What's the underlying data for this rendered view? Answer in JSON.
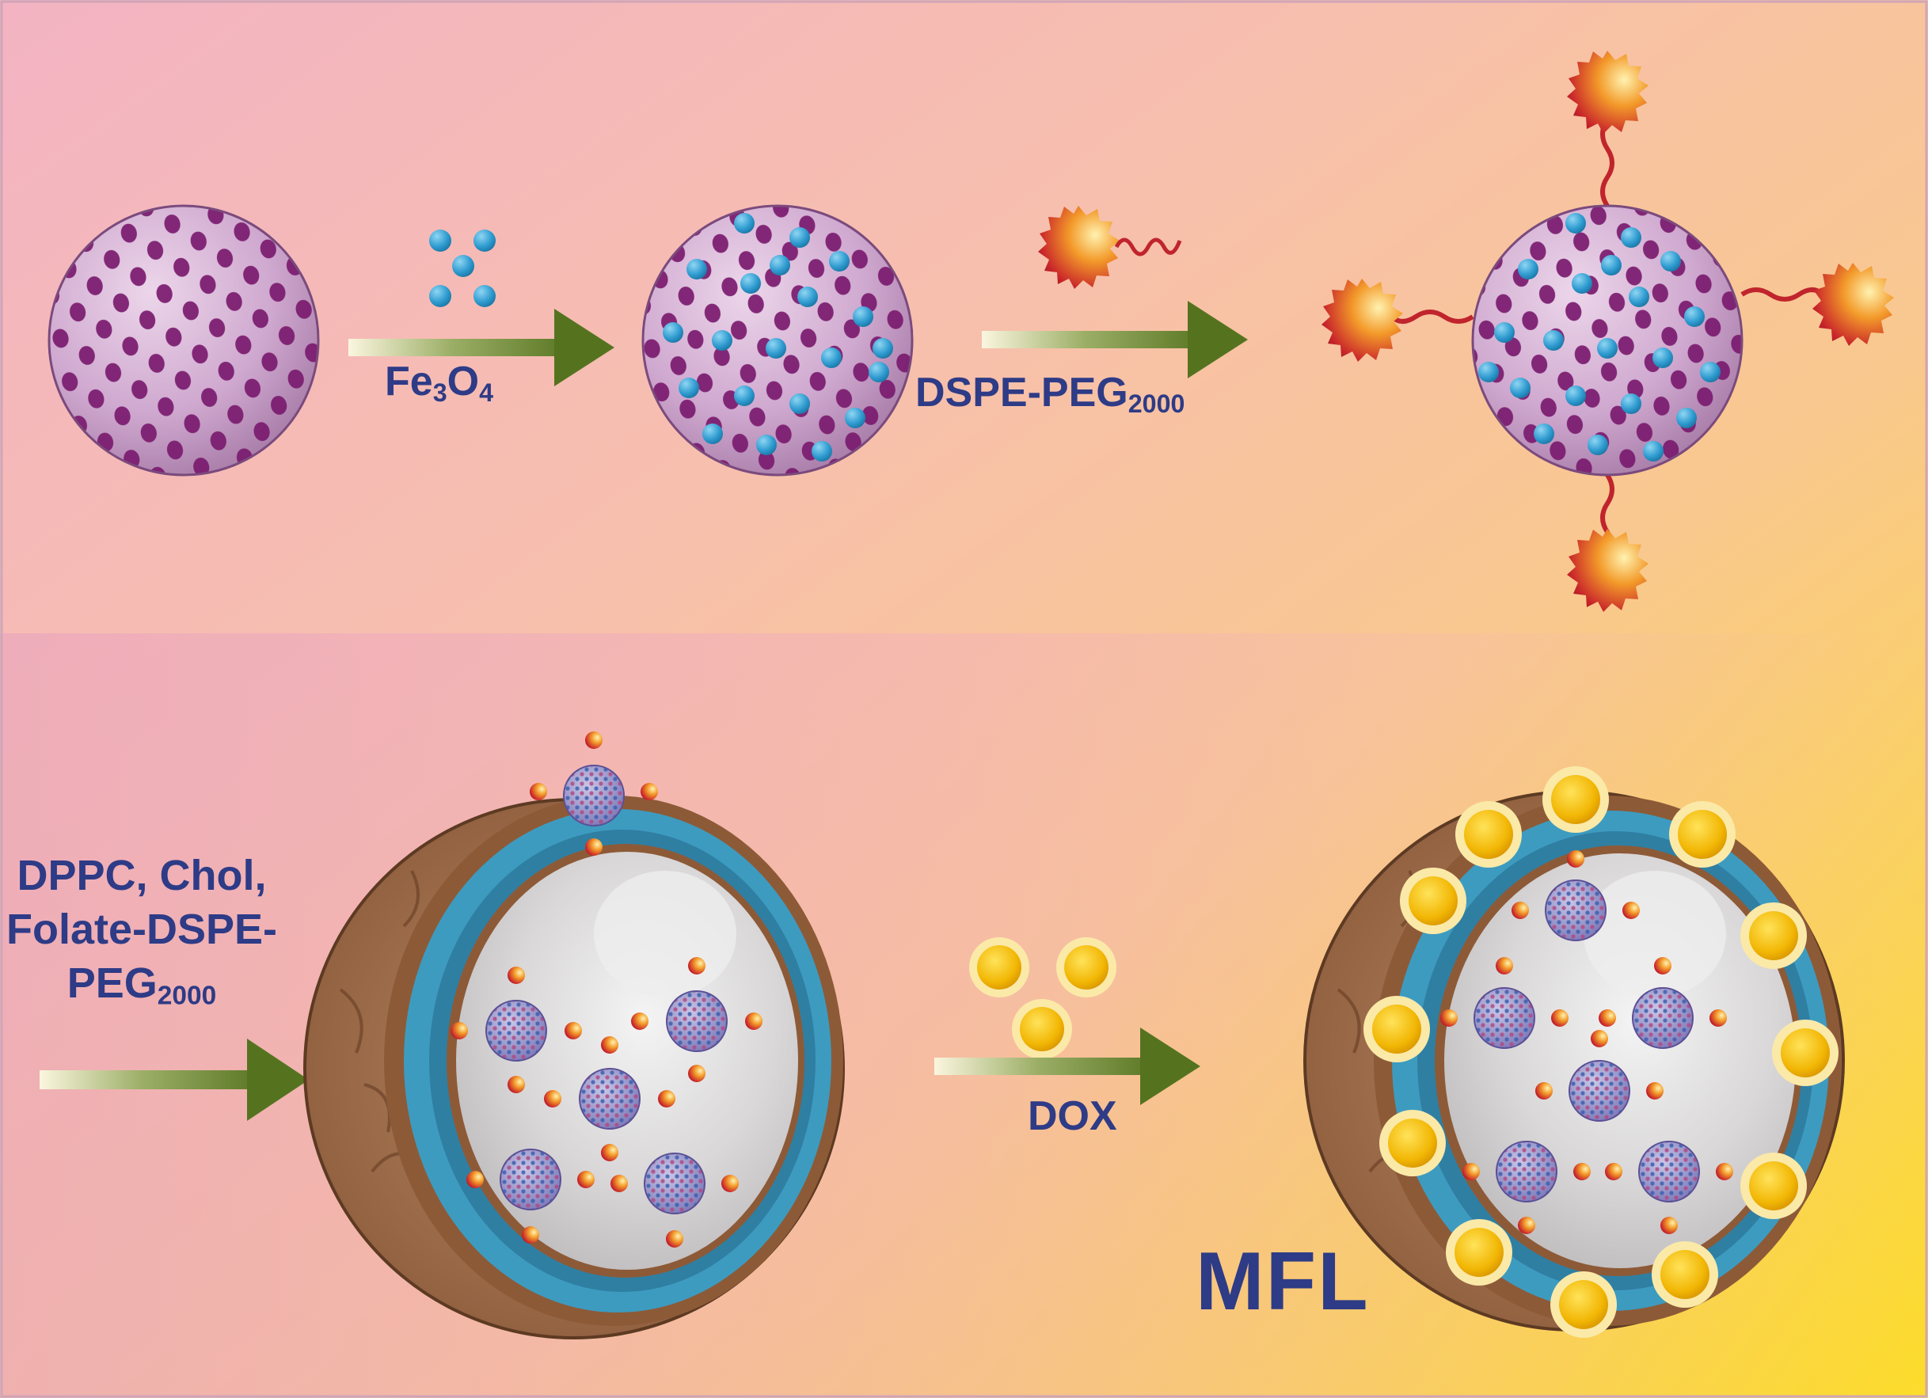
{
  "step1": {
    "reagent": "Fe",
    "sub_a": "3",
    "mid": "O",
    "sub_b": "4"
  },
  "step2": {
    "reagent": "DSPE-PEG",
    "sub": "2000"
  },
  "step3": {
    "line1": "DPPC, Chol,",
    "line2": "Folate-DSPE-",
    "line3": "PEG",
    "sub": "2000"
  },
  "step4": {
    "reagent": "DOX"
  },
  "product": {
    "label": "MFL"
  },
  "colors": {
    "title_text": "#2e3b86",
    "arrow": "#55731f",
    "sphere": "#c9a1c9",
    "pore": "#7a1a6e",
    "fe3o4": "#2f9bd0",
    "folate": "#b01226",
    "dox": "#f2b705",
    "shell": "#9b6a47",
    "membrane": "#3d9bc0"
  }
}
